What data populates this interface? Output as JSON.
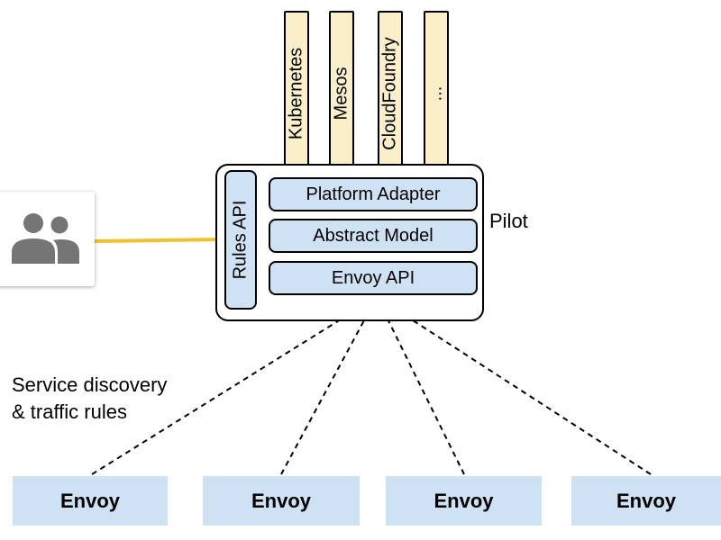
{
  "platforms": [
    {
      "label": "Kubernetes"
    },
    {
      "label": "Mesos"
    },
    {
      "label": "CloudFoundry"
    },
    {
      "label": "..."
    }
  ],
  "pilot": {
    "label": "Pilot",
    "rules_api": "Rules API",
    "platform_adapter": "Platform Adapter",
    "abstract_model": "Abstract Model",
    "envoy_api": "Envoy API"
  },
  "users": {
    "icon": "users-group-icon"
  },
  "annotation": {
    "line1": "Service discovery",
    "line2": "& traffic rules"
  },
  "envoys": [
    {
      "label": "Envoy"
    },
    {
      "label": "Envoy"
    },
    {
      "label": "Envoy"
    },
    {
      "label": "Envoy"
    }
  ],
  "colors": {
    "platform_fill": "#fbefc9",
    "component_fill": "#cfe2f3",
    "connector_yellow": "#f2c12e",
    "icon_gray": "#757575"
  }
}
